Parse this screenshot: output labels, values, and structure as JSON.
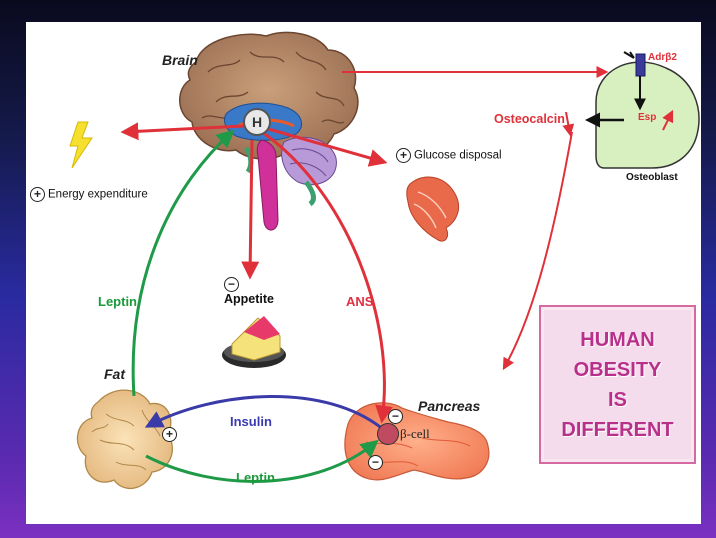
{
  "organs": {
    "brain": "Brain",
    "fat": "Fat",
    "pancreas": "Pancreas",
    "osteoblast": "Osteoblast"
  },
  "brain_center": "H",
  "labels": {
    "energy_expenditure": "Energy expenditure",
    "glucose_disposal": "Glucose disposal",
    "appetite": "Appetite",
    "leptin_up": "Leptin",
    "leptin_down": "Leptin",
    "insulin": "Insulin",
    "ans": "ANS",
    "osteocalcin": "Osteocalcin",
    "esp": "Esp",
    "adrb2": "Adrβ2",
    "beta_cell": "β-cell"
  },
  "signs": {
    "plus": "+",
    "minus": "−"
  },
  "callout": {
    "line1": "HUMAN",
    "line2": "OBESITY",
    "line3": "IS",
    "line4": "DIFFERENT"
  },
  "colors": {
    "red_arrow": "#e0303a",
    "green_arrow": "#1f9a48",
    "blue_arrow": "#3a3aa8",
    "callout_text": "#b8308a",
    "callout_bg": "#f4dced",
    "osteoblast_fill": "#d8f0c0"
  }
}
